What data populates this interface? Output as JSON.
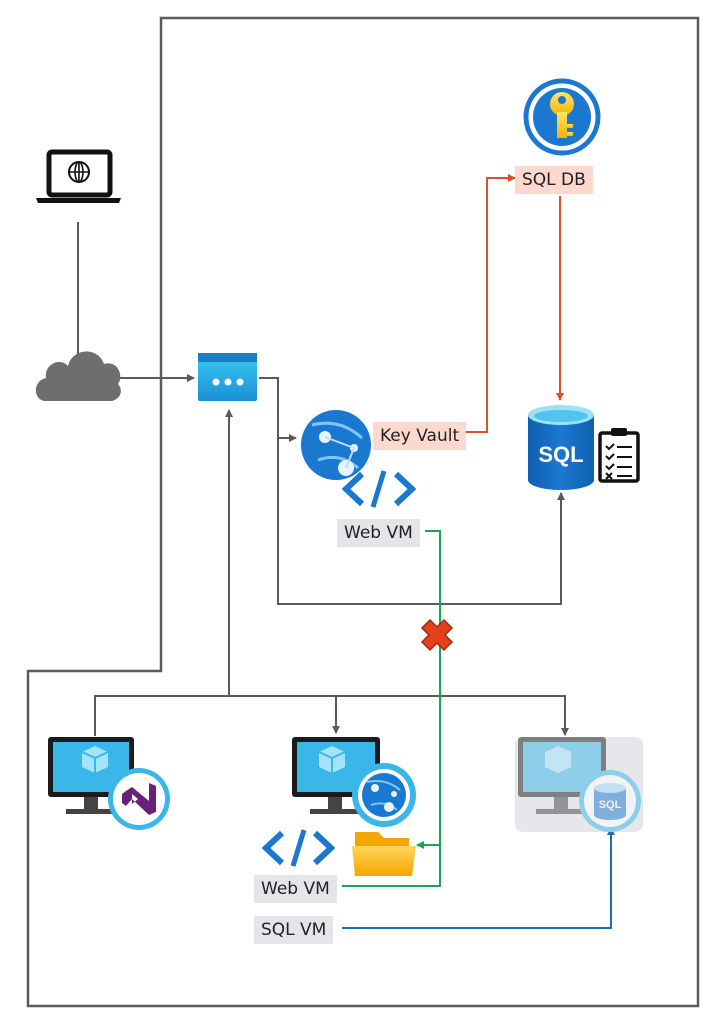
{
  "diagram": {
    "labels": {
      "sql_db": "SQL DB",
      "key_vault": "Key Vault",
      "web_vm_top": "Web VM",
      "web_vm_bottom": "Web VM",
      "sql_vm": "SQL VM",
      "sql_db_icon_text": "SQL",
      "sql_vm_icon_text": "SQL"
    },
    "icons": [
      "laptop-globe-icon",
      "cloud-icon",
      "load-balancer-icon",
      "app-service-icon",
      "code-brackets-icon",
      "key-vault-icon",
      "sql-database-icon",
      "clipboard-checklist-icon",
      "vm-visual-studio-icon",
      "vm-web-app-icon",
      "vm-sql-icon",
      "folder-icon",
      "blocked-x-icon"
    ],
    "colors": {
      "line_gray": "#5a5a5a",
      "line_orange": "#d9522b",
      "line_green": "#1aa55a",
      "line_blue": "#1b6fb5",
      "azure_blue": "#1b78d0",
      "label_gray_bg": "#e4e5e8",
      "label_pink_bg": "#fbd9cf",
      "blocked_red": "#e2421b"
    }
  }
}
